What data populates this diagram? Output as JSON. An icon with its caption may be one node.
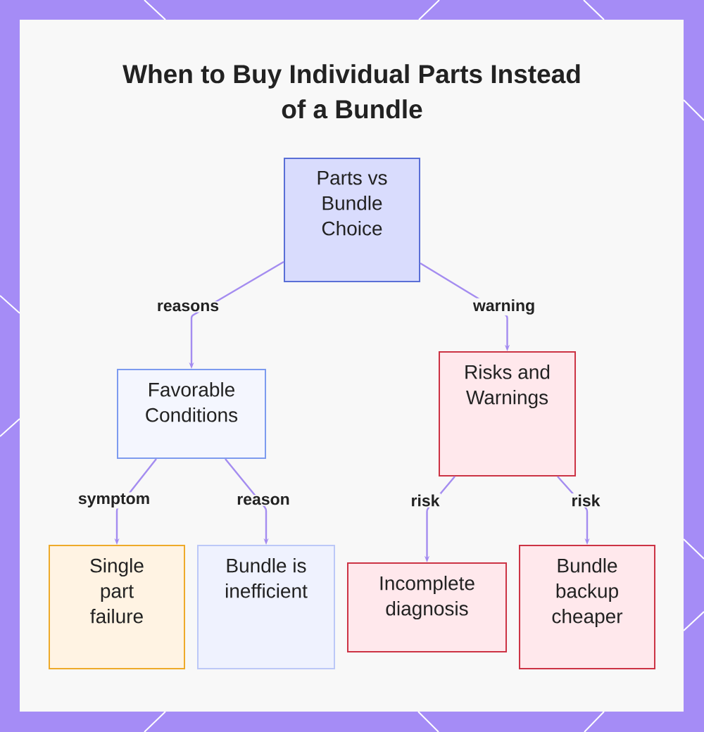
{
  "diagram": {
    "title": "When to Buy Individual Parts Instead of a Bundle",
    "nodes": [
      {
        "text": [
          "Parts vs Bundle Choice"
        ]
      },
      {
        "text": [
          "Favorable Conditions"
        ]
      },
      {
        "text": [
          "Risks and Warnings"
        ]
      },
      {
        "text": [
          "Single part failure"
        ]
      },
      {
        "text": [
          "Bundle is inefficient"
        ]
      },
      {
        "text": [
          "Incomplete diagnosis"
        ]
      },
      {
        "text": [
          "Bundle backup cheaper"
        ]
      }
    ],
    "edges": [
      {
        "from": 0,
        "to": 1,
        "arrow": "to",
        "label": "reasons"
      },
      {
        "from": 0,
        "to": 2,
        "arrow": "to",
        "label": "warning"
      },
      {
        "from": 1,
        "to": 3,
        "arrow": "to",
        "label": "symptom"
      },
      {
        "from": 1,
        "to": 4,
        "arrow": "to",
        "label": "reason"
      },
      {
        "from": 2,
        "to": 5,
        "arrow": "to",
        "label": "risk"
      },
      {
        "from": 2,
        "to": 6,
        "arrow": "to",
        "label": "risk"
      }
    ]
  }
}
